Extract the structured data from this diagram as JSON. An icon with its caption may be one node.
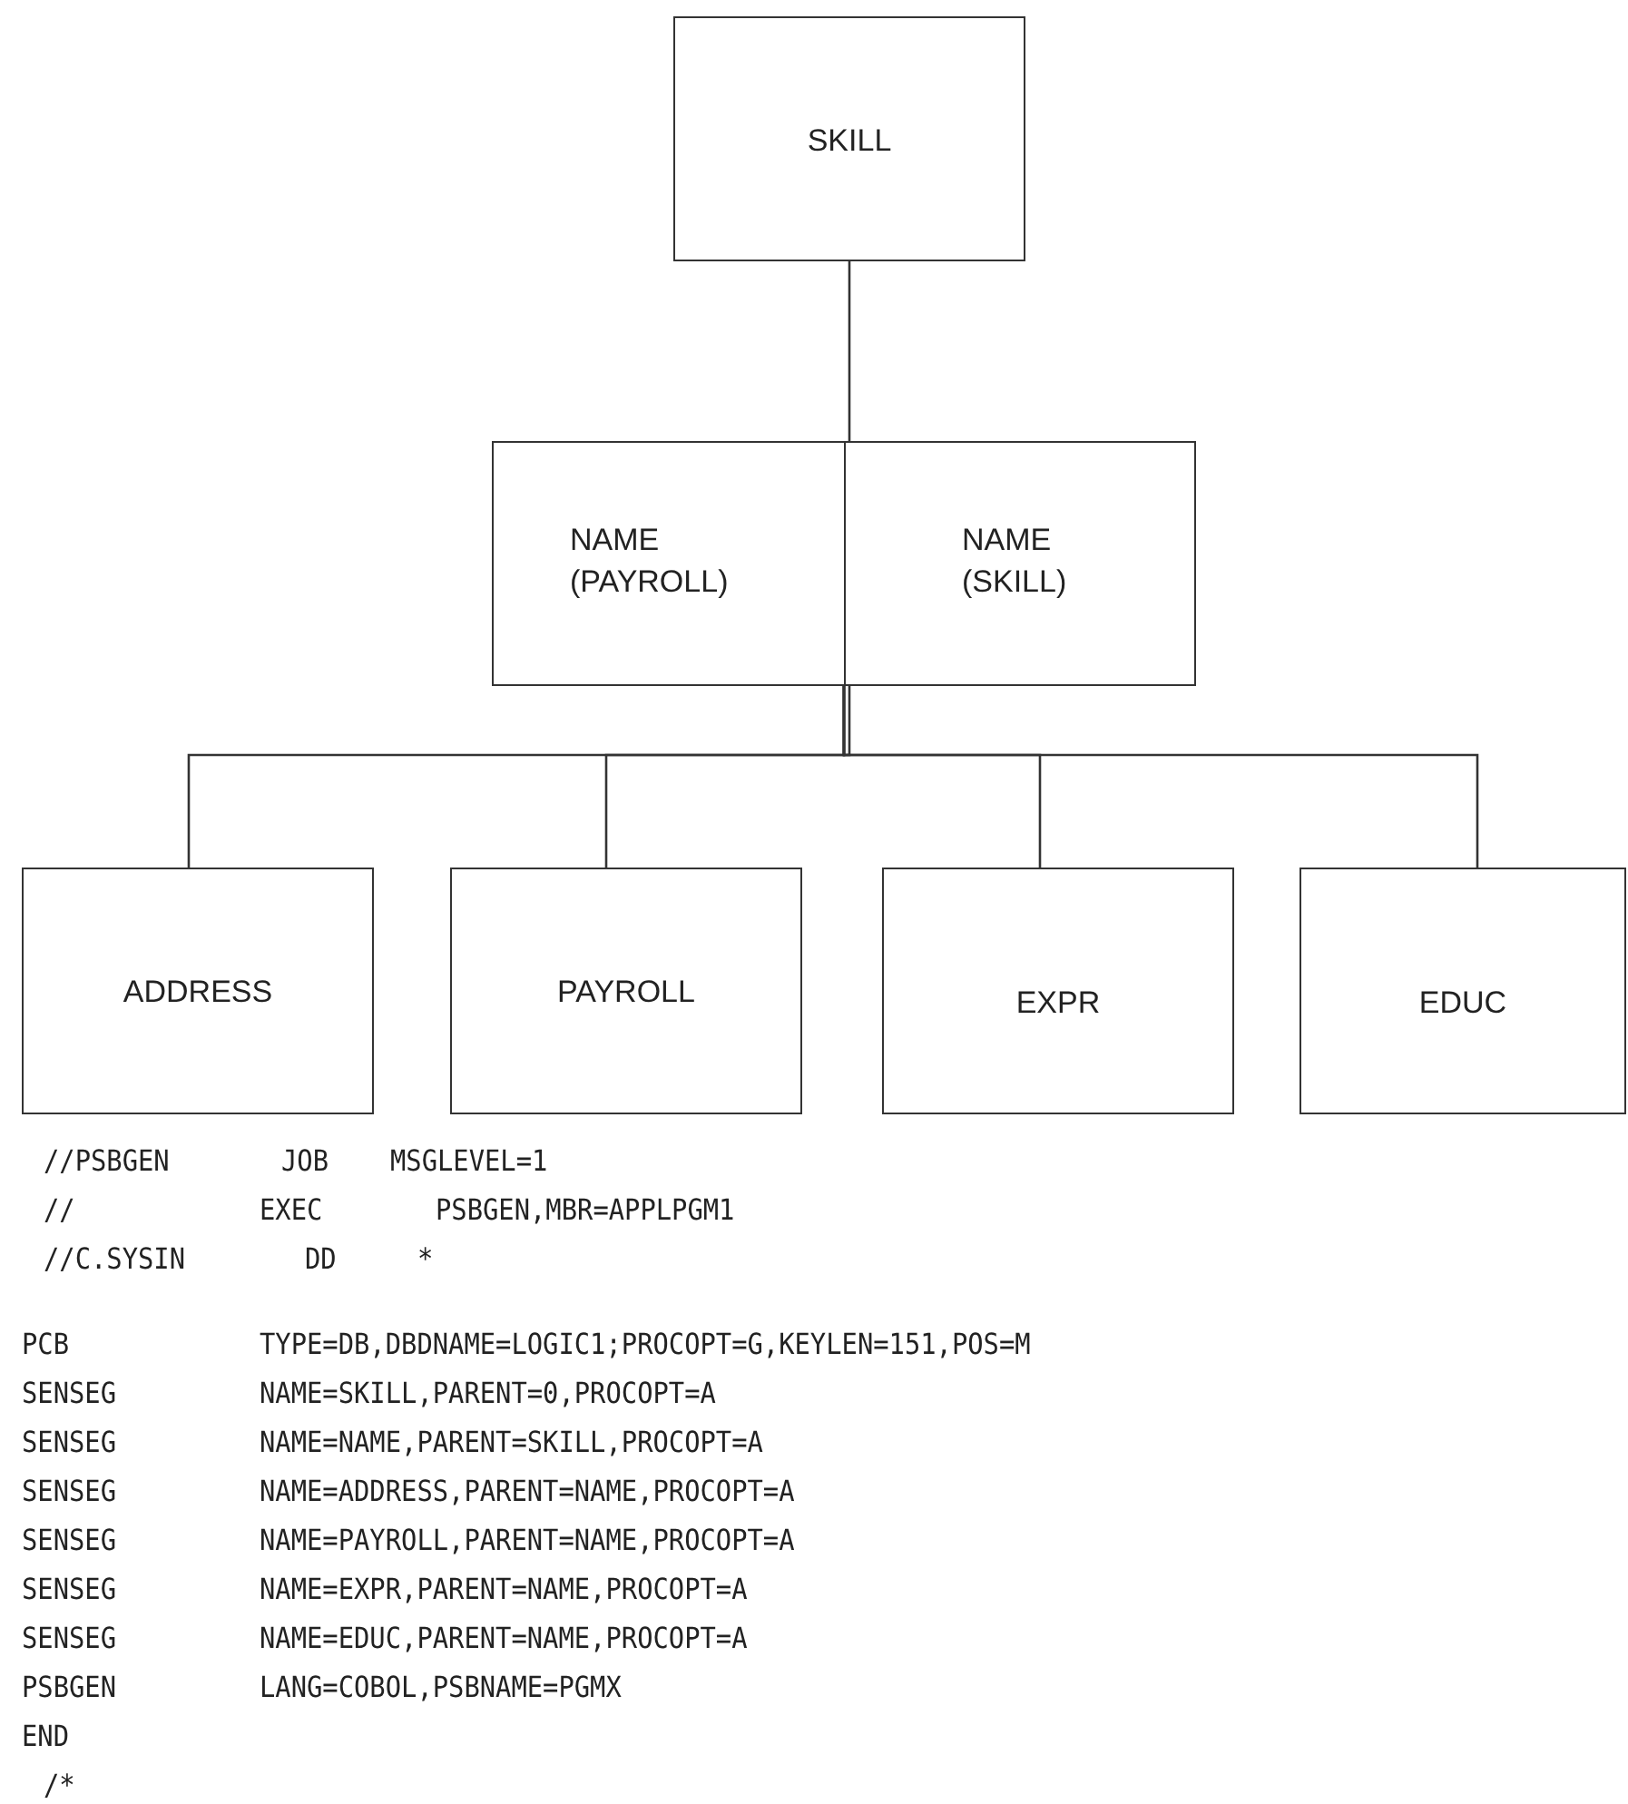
{
  "diagram": {
    "nodes": [
      {
        "text": [
          "SKILL"
        ]
      },
      {
        "text": [
          "NAME (PAYROLL)",
          "NAME (SKILL)"
        ]
      },
      {
        "text": [
          "ADDRESS"
        ]
      },
      {
        "text": [
          "PAYROLL"
        ]
      },
      {
        "text": [
          "EXPR"
        ]
      },
      {
        "text": [
          "EDUC"
        ]
      }
    ],
    "edges": [
      {
        "from": 0,
        "to": 1,
        "arrow": "none"
      },
      {
        "from": 1,
        "to": 2,
        "arrow": "none"
      },
      {
        "from": 1,
        "to": 3,
        "arrow": "none"
      },
      {
        "from": 1,
        "to": 4,
        "arrow": "none"
      },
      {
        "from": 1,
        "to": 5,
        "arrow": "none"
      }
    ],
    "labels": [
      "//PSBGEN",
      "JOB",
      "MSGLEVEL=1",
      "//",
      "EXEC",
      "PSBGEN,MBR=APPLPGM1",
      "//C.SYSIN",
      "DD",
      "*",
      "PCB",
      "TYPE=DB,DBDNAME=LOGIC1;PROCOPT=G,KEYLEN=151,POS=M",
      "SENSEG",
      "NAME=SKILL,PARENT=0,PROCOPT=A",
      "SENSEG",
      "NAME=NAME,PARENT=SKILL,PROCOPT=A",
      "SENSEG",
      "NAME=ADDRESS,PARENT=NAME,PROCOPT=A",
      "SENSEG",
      "NAME=PAYROLL,PARENT=NAME,PROCOPT=A",
      "SENSEG",
      "NAME=EXPR,PARENT=NAME,PROCOPT=A",
      "SENSEG",
      "NAME=EDUC,PARENT=NAME,PROCOPT=A",
      "PSBGEN",
      "LANG=COBOL,PSBNAME=PGMX",
      "END",
      "/*"
    ]
  }
}
